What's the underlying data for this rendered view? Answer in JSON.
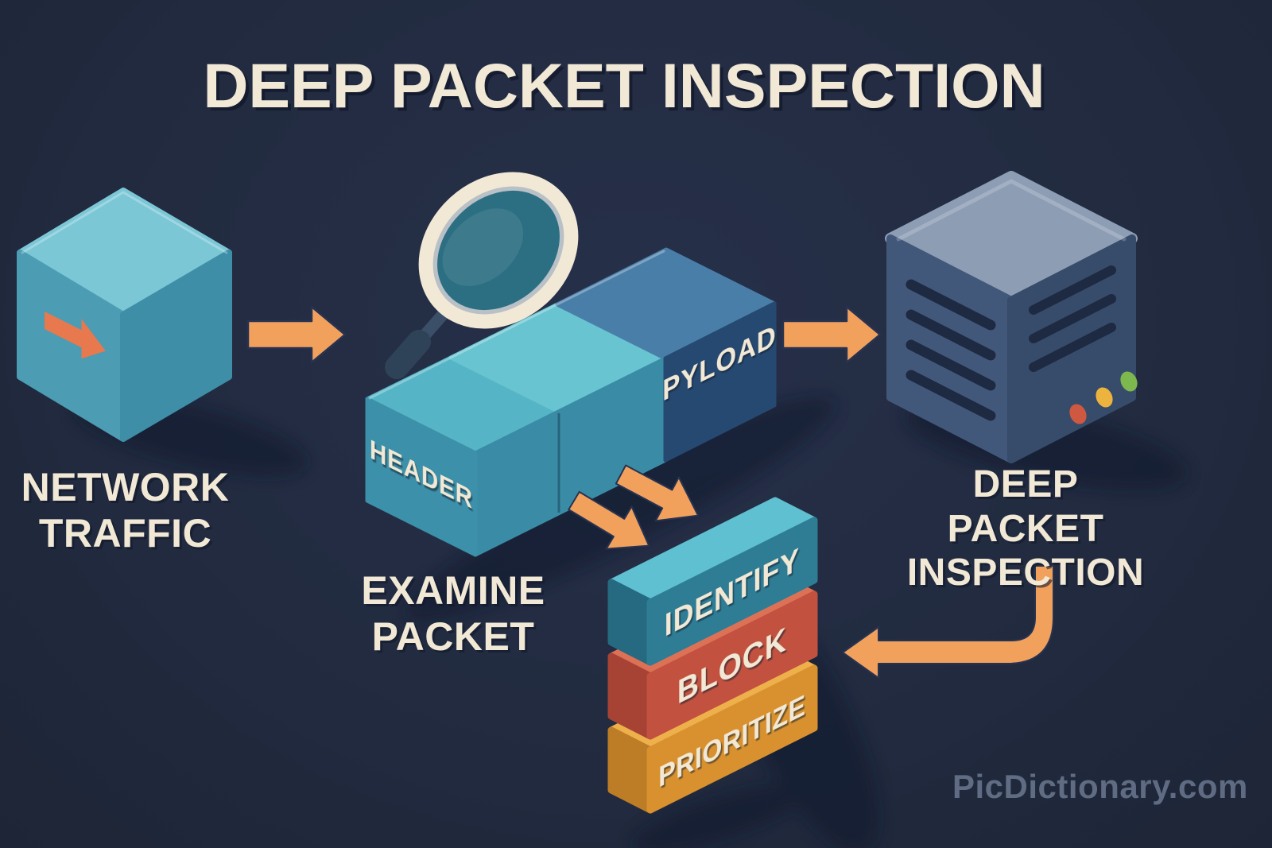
{
  "title": "DEEP PACKET INSPECTION",
  "watermark": "PicDictionary.com",
  "labels": {
    "source": {
      "line1": "NETWORK",
      "line2": "TRAFFIC"
    },
    "examine": {
      "line1": "EXAMINE",
      "line2": "PACKET"
    },
    "inspector": {
      "line1": "DEEP PACKET",
      "line2": "INSPECTION"
    }
  },
  "packet": {
    "header_label": "HEADER",
    "payload_label": "PYLOAD"
  },
  "stack": [
    {
      "label": "IDENTIFY",
      "front": "#2e7d95",
      "top": "#5fc0d2",
      "cap": "#256a80"
    },
    {
      "label": "BLOCK",
      "front": "#c25140",
      "top": "#dd7156",
      "cap": "#a64334"
    },
    {
      "label": "PRIORITIZE",
      "front": "#d8912e",
      "top": "#eeb04b",
      "cap": "#bd7d26"
    }
  ],
  "colors": {
    "background": "#222b40",
    "text_cream": "#f1e8d5",
    "arrow_orange": "#f2a15d",
    "arrow_outline": "#283351",
    "cube_top": "#7bc7d6",
    "cube_left": "#4c9cb3",
    "cube_right": "#3e8ea7",
    "cube_arrow": "#e8794e",
    "packet_top_header": "#55b5c6",
    "packet_top_mid": "#68c4d1",
    "packet_top_payload": "#497ea8",
    "packet_front": "#3a8ca6",
    "packet_cap": "#3c90a9",
    "packet_payload_face": "#264971",
    "magnifier_rim": "#f1e9d6",
    "magnifier_ring": "#b9c0c6",
    "magnifier_lens": "#2c6f83",
    "magnifier_handle": "#3b5068",
    "magnifier_handle_tip": "#2f4358",
    "server_top": "#8d9db4",
    "server_left": "#42587a",
    "server_right": "#374c6a",
    "server_slat": "#1e2942",
    "led_red": "#cf5940",
    "led_yellow": "#ecb43e",
    "led_green": "#7cb84d",
    "shadow": "#10182b",
    "watermark": "#6b7890"
  },
  "icons": {
    "magnifier": "magnifying-glass",
    "server": "server-box",
    "cube_arrow": "arrow-right",
    "flow_arrow": "arrow-right",
    "branch_arrows": "double-arrow-down-right",
    "return_arrow": "elbow-arrow-left"
  }
}
